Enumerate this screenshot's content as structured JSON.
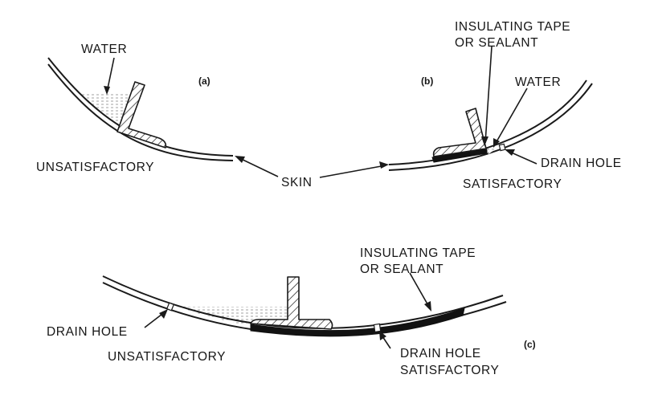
{
  "panels": {
    "a": {
      "tag": "(a)",
      "water": "WATER",
      "verdict": "UNSATISFACTORY"
    },
    "b": {
      "tag": "(b)",
      "sealant_line1": "INSULATING TAPE",
      "sealant_line2": "OR SEALANT",
      "water": "WATER",
      "drain": "DRAIN HOLE",
      "verdict": "SATISFACTORY"
    },
    "c": {
      "tag": "(c)",
      "sealant_line1": "INSULATING TAPE",
      "sealant_line2": "OR SEALANT",
      "drain_left": "DRAIN HOLE",
      "verdict_left": "UNSATISFACTORY",
      "drain_right": "DRAIN HOLE",
      "verdict_right": "SATISFACTORY"
    }
  },
  "shared": {
    "skin": "SKIN"
  }
}
